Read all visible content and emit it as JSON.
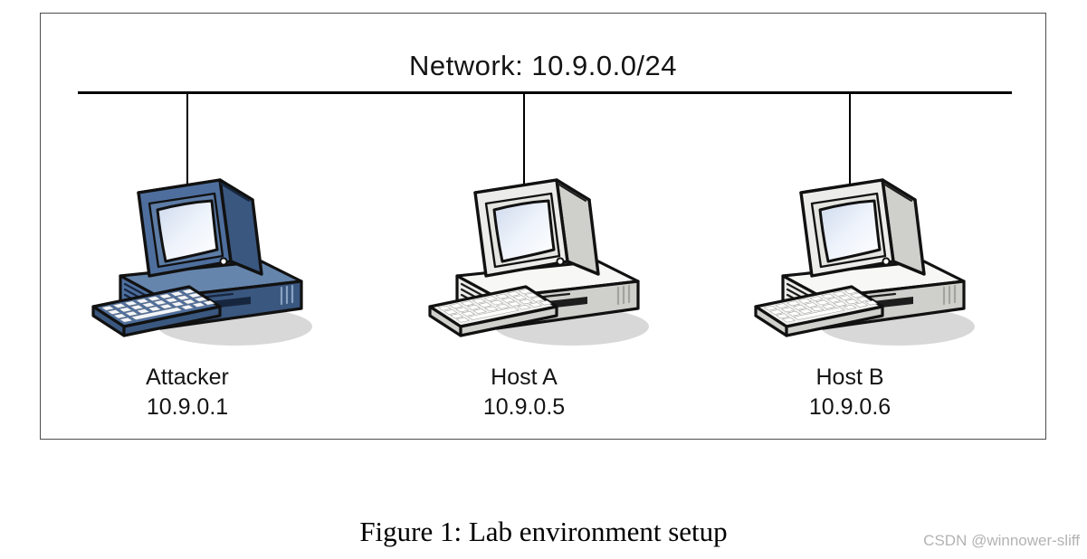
{
  "diagram": {
    "network_label": "Network: 10.9.0.0/24",
    "nodes": [
      {
        "name": "Attacker",
        "ip": "10.9.0.1",
        "variant": "blue"
      },
      {
        "name": "Host A",
        "ip": "10.9.0.5",
        "variant": "gray"
      },
      {
        "name": "Host B",
        "ip": "10.9.0.6",
        "variant": "gray"
      }
    ]
  },
  "caption": "Figure 1: Lab environment setup",
  "watermark": "CSDN @winnower-sliff",
  "colors": {
    "attacker-main": "#4e6f9e",
    "attacker-side": "#3a577f",
    "attacker-top": "#6585ad",
    "attacker-bezel": "#5d7ca6",
    "attacker-detail": "#17263f",
    "host-main": "#ececea",
    "host-side": "#cfcfcb",
    "host-top": "#f7f7f5",
    "host-detail": "#1d1d1d",
    "shadow-color": "#d8d8d8",
    "line-color": "#000000",
    "frame-border": "#4d4d4d",
    "watermark-color": "#b3b3b3"
  }
}
